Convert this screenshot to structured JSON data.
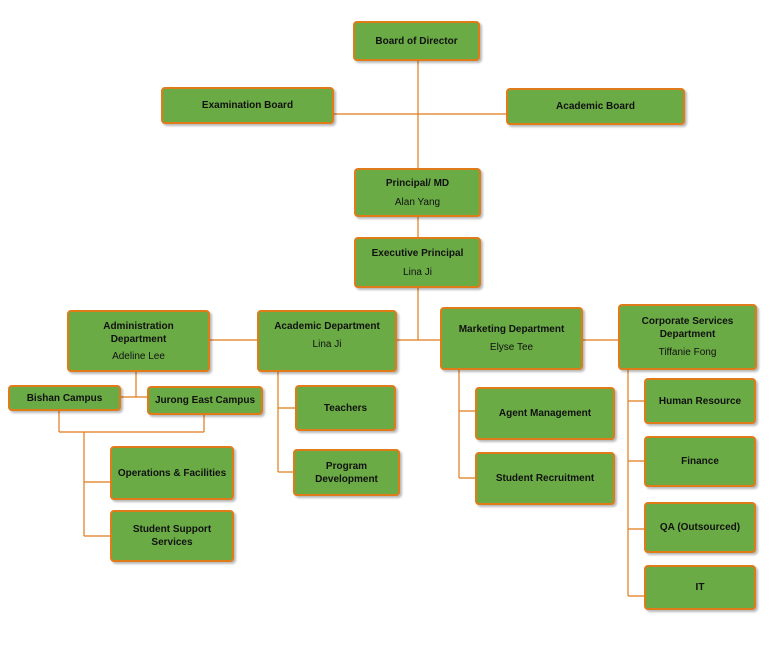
{
  "colors": {
    "box_fill": "#6aab45",
    "box_border": "#e07b1a",
    "connector": "#e07b1a"
  },
  "org": {
    "board": {
      "title": "Board of Director"
    },
    "exam_board": {
      "title": "Examination Board"
    },
    "academic_board": {
      "title": "Academic Board"
    },
    "principal": {
      "title": "Principal/ MD",
      "name": "Alan Yang"
    },
    "exec_principal": {
      "title": "Executive Principal",
      "name": "Lina Ji"
    },
    "admin": {
      "title": "Administration\nDepartment",
      "name": "Adeline Lee"
    },
    "academic": {
      "title": "Academic Department",
      "name": "Lina Ji"
    },
    "marketing": {
      "title": "Marketing Department",
      "name": "Elyse Tee"
    },
    "corporate": {
      "title": "Corporate Services\nDepartment",
      "name": "Tiffanie Fong"
    },
    "bishan": {
      "title": "Bishan Campus"
    },
    "jurong": {
      "title": "Jurong East Campus"
    },
    "operations": {
      "title": "Operations & Facilities"
    },
    "student_support": {
      "title": "Student Support\nServices"
    },
    "teachers": {
      "title": "Teachers"
    },
    "program_dev": {
      "title": "Program\nDevelopment"
    },
    "agent_mgmt": {
      "title": "Agent Management"
    },
    "student_recruit": {
      "title": "Student Recruitment"
    },
    "hr": {
      "title": "Human Resource"
    },
    "finance": {
      "title": "Finance"
    },
    "qa": {
      "title": "QA (Outsourced)"
    },
    "it": {
      "title": "IT"
    }
  }
}
